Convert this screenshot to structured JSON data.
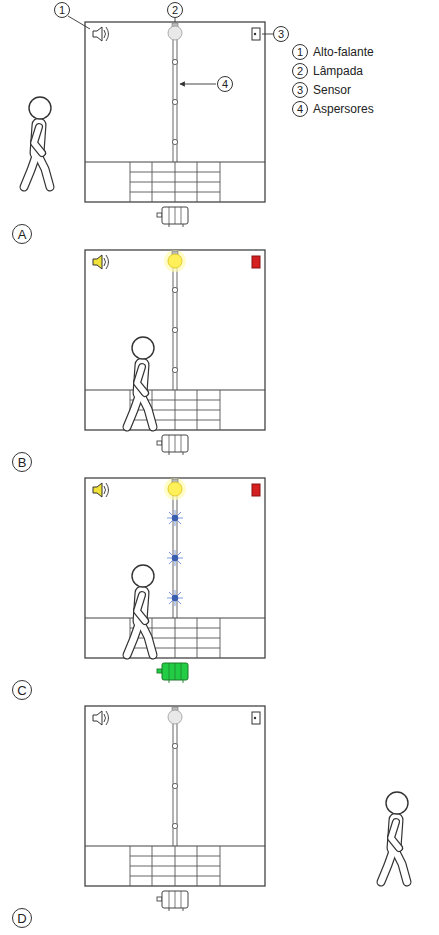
{
  "diagram": {
    "nodes": [
      {
        "text": [
          "A"
        ]
      },
      {
        "text": [
          "B"
        ]
      },
      {
        "text": [
          "C"
        ]
      },
      {
        "text": [
          "D"
        ]
      }
    ],
    "labels": [
      "1",
      "2",
      "3",
      "4",
      "1",
      "2",
      "3",
      "4"
    ],
    "legend": [
      {
        "text": "Alto-falante"
      },
      {
        "text": "Lâmpada"
      },
      {
        "text": "Sensor"
      },
      {
        "text": "Aspersores"
      }
    ]
  }
}
